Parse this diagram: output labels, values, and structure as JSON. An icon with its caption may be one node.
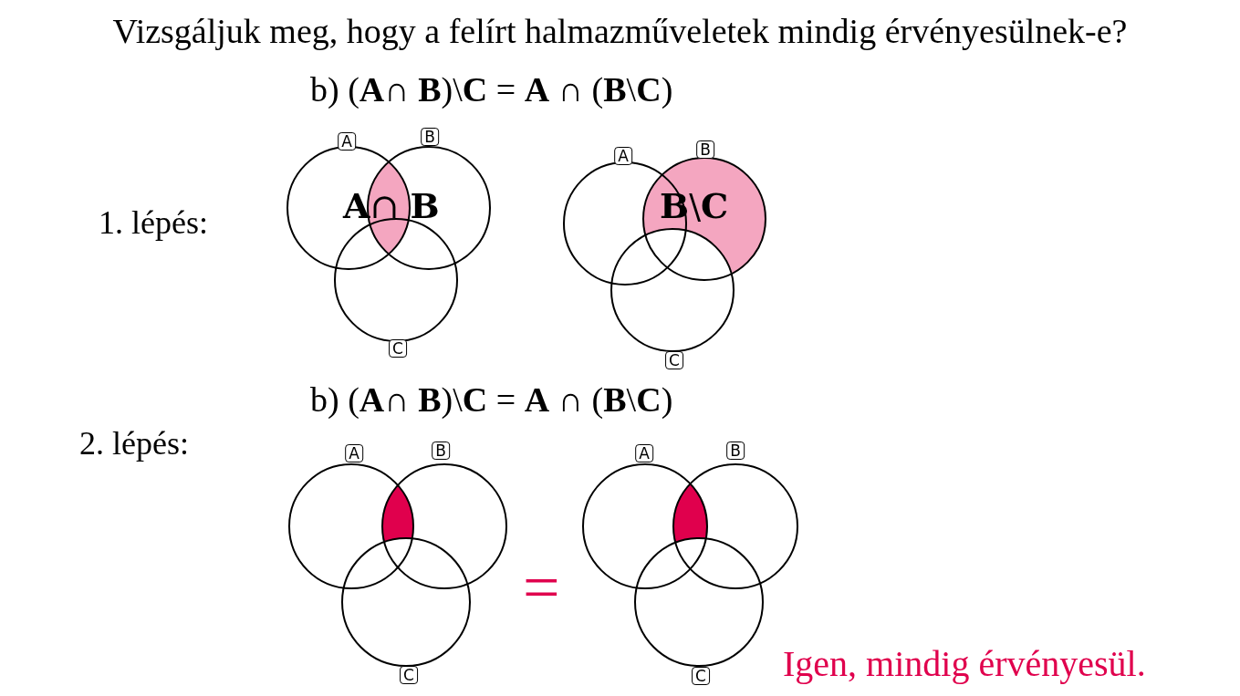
{
  "diagram": {
    "title": "Vizsgáljuk meg, hogy a felírt halmazműveletek mindig érvényesülnek-e?",
    "nodes": [
      {
        "text": [
          "A"
        ]
      },
      {
        "text": [
          "B"
        ]
      },
      {
        "text": [
          "C"
        ]
      },
      {
        "text": [
          "A"
        ]
      },
      {
        "text": [
          "B"
        ]
      },
      {
        "text": [
          "C"
        ]
      },
      {
        "text": [
          "A"
        ]
      },
      {
        "text": [
          "B"
        ]
      },
      {
        "text": [
          "C"
        ]
      },
      {
        "text": [
          "A"
        ]
      },
      {
        "text": [
          "B"
        ]
      },
      {
        "text": [
          "C"
        ]
      }
    ],
    "labels": [
      "b) (**A**∩ **B**)\\**C** = **A** ∩ (**B**\\**C**)",
      "1. lépés:",
      "**A**∩ **B**",
      "**B**\\**C**",
      "b) (**A**∩ **B**)\\**C** = **A** ∩ (**B**\\**C**)",
      "2. lépés:",
      "=",
      "Igen, mindig érvényesül."
    ]
  }
}
